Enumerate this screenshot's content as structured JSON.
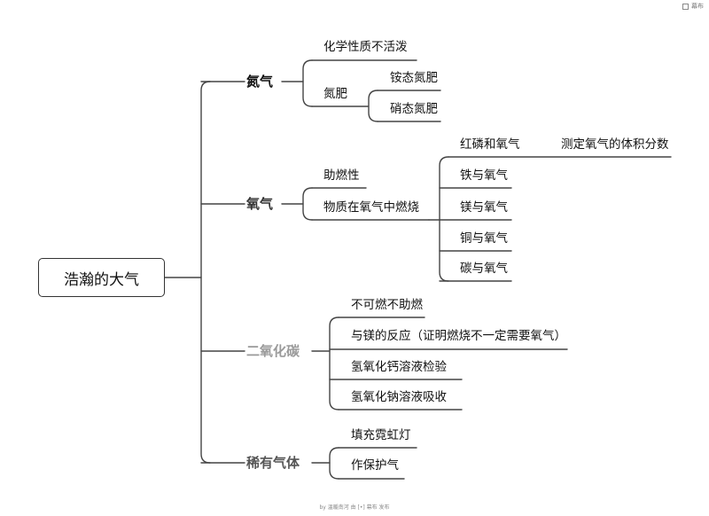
{
  "brand": {
    "icon": "mubu-logo-icon",
    "label": "幕布"
  },
  "root": "浩瀚的大气",
  "branches": {
    "nitrogen": {
      "label": "氮气",
      "color": "#111111",
      "children": {
        "inert": "化学性质不活泼",
        "fertilizer": {
          "label": "氮肥",
          "children": [
            "铵态氮肥",
            "硝态氮肥"
          ]
        }
      }
    },
    "oxygen": {
      "label": "氧气",
      "color": "#333333",
      "children": {
        "combustion_support": "助燃性",
        "burning": {
          "label": "物质在氧气中燃烧",
          "children": {
            "phosphorus": {
              "label": "红磷和氧气",
              "note": "测定氧气的体积分数"
            },
            "iron": "铁与氧气",
            "magnesium": "镁与氧气",
            "copper": "铜与氧气",
            "carbon": "碳与氧气"
          }
        }
      }
    },
    "co2": {
      "label": "二氧化碳",
      "color": "#9a9a9a",
      "children": [
        "不可燃不助燃",
        "与镁的反应（证明燃烧不一定需要氧气）",
        "氢氧化钙溶液检验",
        "氢氧化钠溶液吸收"
      ]
    },
    "noble": {
      "label": "稀有气体",
      "color": "#555555",
      "children": [
        "填充霓虹灯",
        "作保护气"
      ]
    }
  },
  "footer": "by 温暖南河 由 [•] 幕布 发布"
}
